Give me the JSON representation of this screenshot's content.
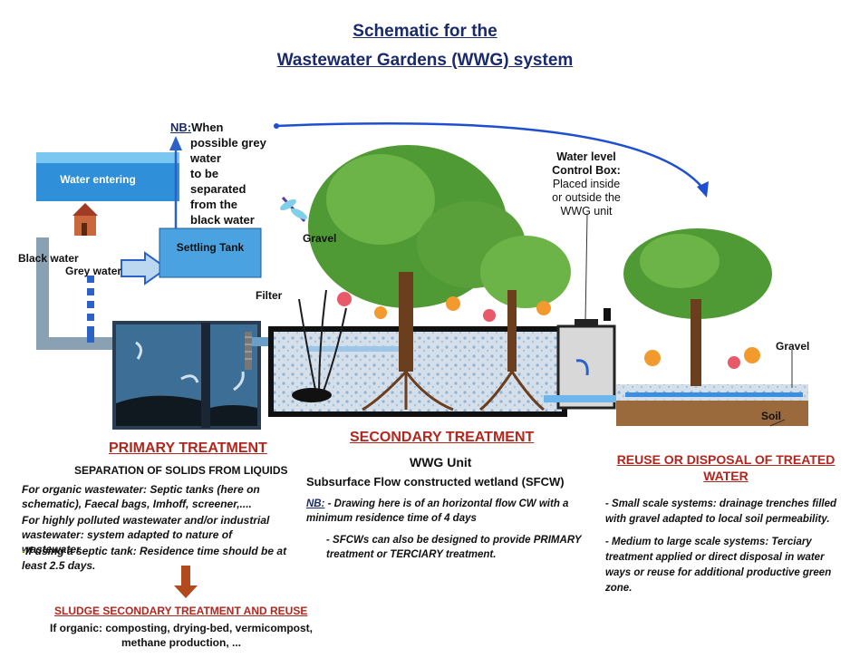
{
  "title": {
    "line1": "Schematic for the",
    "line2": "Wastewater Gardens (WWG) system"
  },
  "labels": {
    "water_entering": "Water entering",
    "settling_tank": "Settling Tank",
    "black_water": "Black water",
    "grey_water": "Grey water",
    "filter": "Filter",
    "gravel_left": "Gravel",
    "gravel_right": "Gravel",
    "soil": "Soil",
    "nb_prefix": "NB:",
    "nb_note": [
      "When",
      "possible grey",
      "water",
      "to be",
      "separated",
      "from the",
      "black water"
    ],
    "control_box_title": [
      "Water level",
      "Control Box:"
    ],
    "control_box_desc": [
      "Placed inside",
      "or outside the",
      "WWG unit"
    ]
  },
  "primary": {
    "heading": "PRIMARY TREATMENT",
    "subheading": "SEPARATION OF SOLIDS FROM LIQUIDS",
    "p1": "For organic wastewater: Septic tanks (here on schematic), Faecal bags, Imhoff, screener,....",
    "p2": "For highly polluted wastewater and/or industrial wastewater: system adapted to nature of wastewater",
    "p3_dash": "-",
    "p3": "If using a septic tank: Residence time should be at least 2.5 days.",
    "sludge_heading": "SLUDGE SECONDARY TREATMENT AND REUSE",
    "sludge_text": "If organic: composting, drying-bed, vermicompost, methane production, ..."
  },
  "secondary": {
    "heading": "SECONDARY TREATMENT",
    "unit": "WWG Unit",
    "subtitle": "Subsurface Flow constructed wetland (SFCW)",
    "nb_prefix": "NB:",
    "note1": "- Drawing here is of an horizontal flow CW with a minimum residence time of 4 days",
    "note2": "- SFCWs can also be designed to provide PRIMARY treatment or TERCIARY treatment."
  },
  "reuse": {
    "heading": "REUSE OR DISPOSAL OF TREATED WATER",
    "p1": "- Small scale systems: drainage trenches filled with gravel adapted to local soil permeability.",
    "p2": "- Medium to large scale systems: Terciary treatment applied or direct disposal in water ways or reuse for additional productive green zone."
  },
  "colors": {
    "title_blue": "#1a2a6a",
    "heading_red": "#b3261e",
    "water_blue": "#4aa3e0",
    "pipe_grey": "#7f95a8",
    "tank_dark": "#1f3040",
    "gravel": "#c9d6e4",
    "tree_green": "#5aa03a",
    "trunk_brown": "#6b3e1e"
  }
}
